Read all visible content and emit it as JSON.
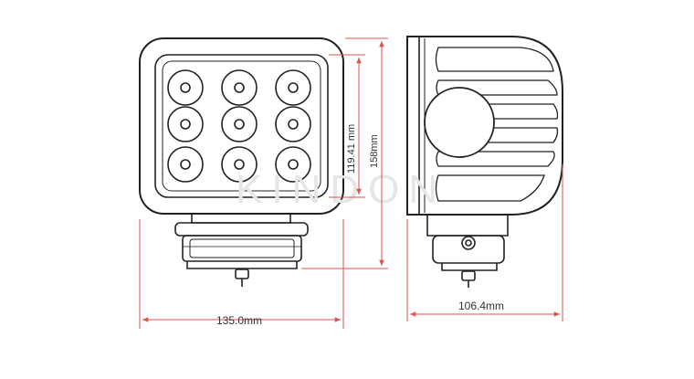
{
  "dimensions": {
    "width_front": "135.0mm",
    "lens_height": "119.41 mm",
    "total_height": "158mm",
    "depth_side": "106.4mm"
  },
  "watermark": "KINDON",
  "colors": {
    "outline": "#222222",
    "dimension_line": "#d9534f",
    "text": "#333333"
  }
}
